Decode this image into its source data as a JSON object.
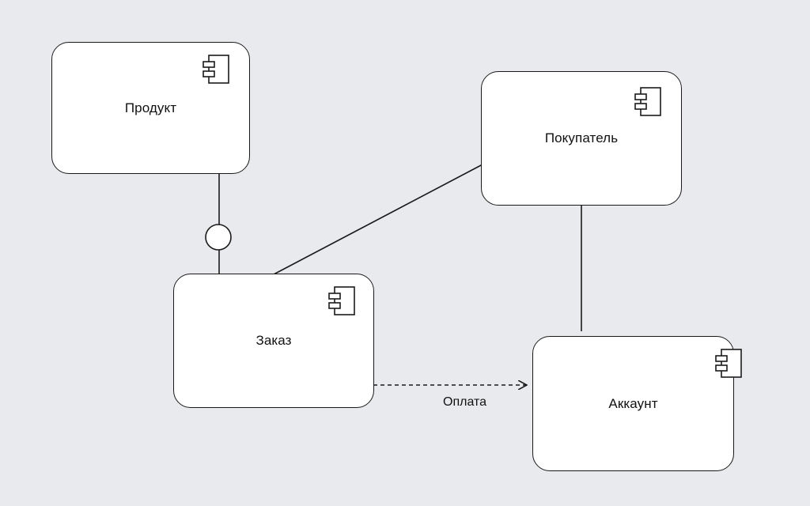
{
  "diagram": {
    "components": [
      {
        "id": "product",
        "label": "Продукт",
        "icon": "uml-component-icon"
      },
      {
        "id": "customer",
        "label": "Покупатель",
        "icon": "uml-component-icon"
      },
      {
        "id": "order",
        "label": "Заказ",
        "icon": "uml-component-icon"
      },
      {
        "id": "account",
        "label": "Аккаунт",
        "icon": "uml-component-icon"
      }
    ],
    "connections": [
      {
        "from": "product",
        "to": "order",
        "type": "interface-lollipop",
        "label": ""
      },
      {
        "from": "order",
        "to": "customer",
        "type": "association",
        "label": ""
      },
      {
        "from": "customer",
        "to": "account",
        "type": "association",
        "label": ""
      },
      {
        "from": "order",
        "to": "account",
        "type": "dependency-dashed-arrow",
        "label": "Оплата"
      }
    ]
  },
  "colors": {
    "background": "#e9eaed",
    "box_fill": "#ffffff",
    "stroke": "#1a1a1a"
  }
}
